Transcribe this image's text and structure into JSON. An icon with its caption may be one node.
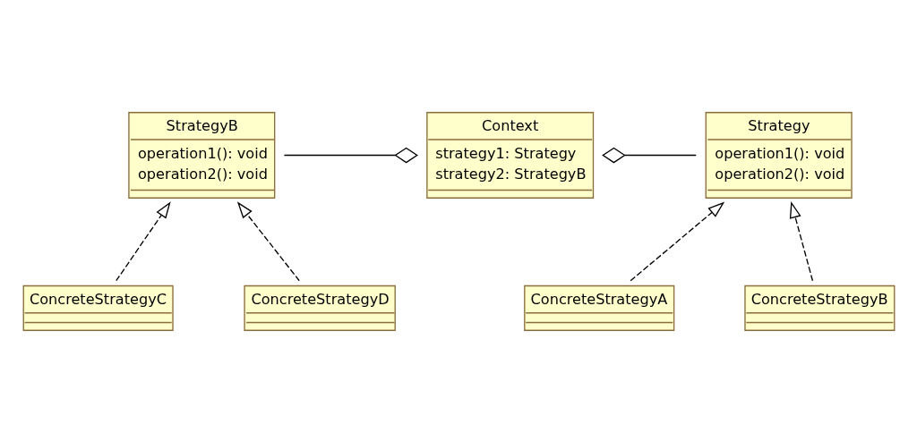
{
  "diagram": {
    "nodes": [
      {
        "text": [
          "StrategyB",
          "operation1(): void",
          "operation2(): void"
        ]
      },
      {
        "text": [
          "Context",
          "strategy1: Strategy",
          "strategy2: StrategyB"
        ]
      },
      {
        "text": [
          "Strategy",
          "operation1(): void",
          "operation2(): void"
        ]
      },
      {
        "text": [
          "ConcreteStrategyC"
        ]
      },
      {
        "text": [
          "ConcreteStrategyA"
        ]
      },
      {
        "text": [
          "ConcreteStrategyB"
        ]
      },
      {
        "text": [
          "ConcreteStrategyD"
        ]
      }
    ],
    "edges": [
      {
        "from": 1,
        "to": 0,
        "arrow": "other"
      },
      {
        "from": 1,
        "to": 2,
        "arrow": "other"
      },
      {
        "from": 4,
        "to": 2,
        "arrow": "to",
        "style": "dashed"
      },
      {
        "from": 5,
        "to": 2,
        "arrow": "to",
        "style": "dashed"
      },
      {
        "from": 3,
        "to": 0,
        "arrow": "to",
        "style": "dashed"
      },
      {
        "from": 6,
        "to": 0,
        "arrow": "to",
        "style": "dashed"
      }
    ]
  }
}
